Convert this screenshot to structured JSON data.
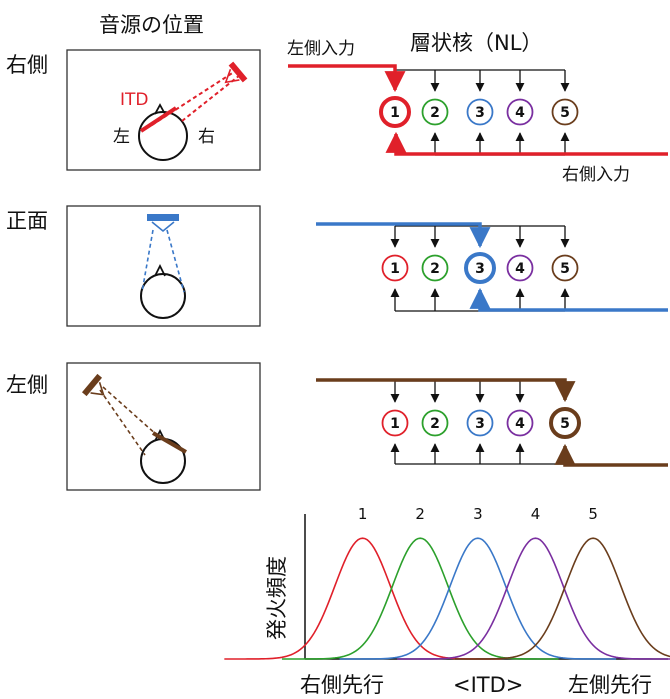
{
  "header": {
    "source_position": "音源の位置",
    "nl_title": "層状核（NL）"
  },
  "panels": [
    {
      "label": "右側",
      "color": "#e0202a",
      "itd_label": "ITD",
      "left_ear": "左",
      "right_ear": "右",
      "input_left": "左側入力",
      "input_right": "右側入力"
    },
    {
      "label": "正面",
      "color": "#3a78c8"
    },
    {
      "label": "左側",
      "color": "#6a3d1c"
    }
  ],
  "node_labels": [
    "1",
    "2",
    "3",
    "4",
    "5"
  ],
  "node_colors": [
    "#e0202a",
    "#2ca02c",
    "#3a78c8",
    "#7a2fa0",
    "#6a3d1c"
  ],
  "chart_data": {
    "type": "line",
    "ylabel": "発火頻度",
    "x_tick_labels": [
      "右側先行",
      "<ITD>",
      "左側先行"
    ],
    "peak_labels": [
      "1",
      "2",
      "3",
      "4",
      "5"
    ],
    "series_colors": [
      "#e0202a",
      "#2ca02c",
      "#3a78c8",
      "#7a2fa0",
      "#6a3d1c"
    ],
    "peak_positions": [
      1,
      2,
      3,
      4,
      5
    ],
    "xlim": [
      0,
      6.3
    ],
    "ylim": [
      0,
      1.2
    ],
    "peak_value": 1.0,
    "curve_sd": 0.48,
    "grid": false
  }
}
